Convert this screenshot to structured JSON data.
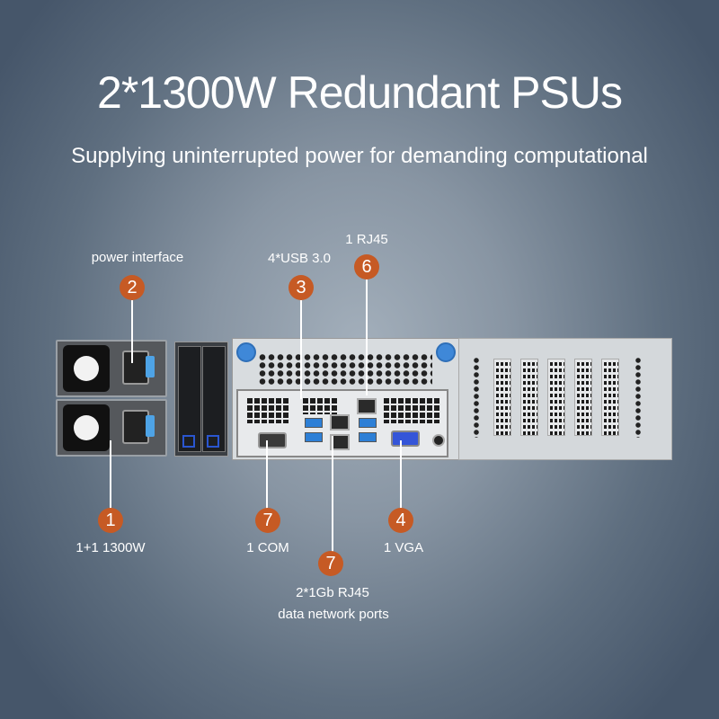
{
  "header": {
    "title": "2*1300W Redundant PSUs",
    "subtitle": "Supplying uninterrupted power for demanding computational"
  },
  "colors": {
    "badge": "#c65a24",
    "background_center": "#a3afbb",
    "background_edge": "#46566a"
  },
  "callouts": [
    {
      "number": "1",
      "label": "1+1 1300W"
    },
    {
      "number": "2",
      "label": "power interface"
    },
    {
      "number": "3",
      "label": "4*USB 3.0"
    },
    {
      "number": "6",
      "label": "1 RJ45"
    },
    {
      "number": "7",
      "label": "1 COM"
    },
    {
      "number": "7",
      "label_line1": "2*1Gb RJ45",
      "label_line2": "data network ports"
    },
    {
      "number": "4",
      "label": "1 VGA"
    }
  ]
}
